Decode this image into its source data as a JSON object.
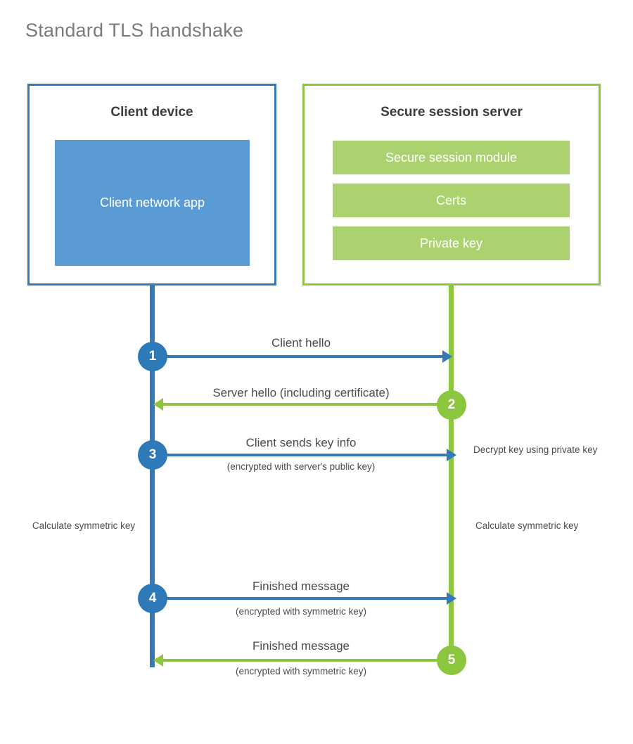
{
  "title": "Standard TLS handshake",
  "client_panel": {
    "title": "Client device",
    "app_block": "Client network app"
  },
  "server_panel": {
    "title": "Secure session server",
    "blocks": [
      "Secure session module",
      "Certs",
      "Private key"
    ]
  },
  "steps": [
    {
      "number": "1",
      "label": "Client hello",
      "sub": "",
      "direction": "client-to-server",
      "color": "blue"
    },
    {
      "number": "2",
      "label": "Server hello (including certificate)",
      "sub": "",
      "direction": "server-to-client",
      "color": "green"
    },
    {
      "number": "3",
      "label": "Client sends key info",
      "sub": "(encrypted with server's public key)",
      "direction": "client-to-server",
      "color": "blue"
    },
    {
      "number": "4",
      "label": "Finished message",
      "sub": "(encrypted with symmetric key)",
      "direction": "client-to-server",
      "color": "blue"
    },
    {
      "number": "5",
      "label": "Finished message",
      "sub": "(encrypted with symmetric key)",
      "direction": "server-to-client",
      "color": "green"
    }
  ],
  "annotations": {
    "decrypt_note": "Decrypt key using private key",
    "client_symmetric_note": "Calculate symmetric key",
    "server_symmetric_note": "Calculate symmetric key"
  },
  "colors": {
    "client_border": "#3579b8",
    "client_fill": "#5b9bd5",
    "client_circle": "#2e79b8",
    "server_border": "#8dc63f",
    "server_fill": "#abd26f",
    "server_circle": "#8cc63f",
    "title_text": "#7b7b7b",
    "body_text": "#4b4b4b",
    "background": "#ffffff"
  }
}
